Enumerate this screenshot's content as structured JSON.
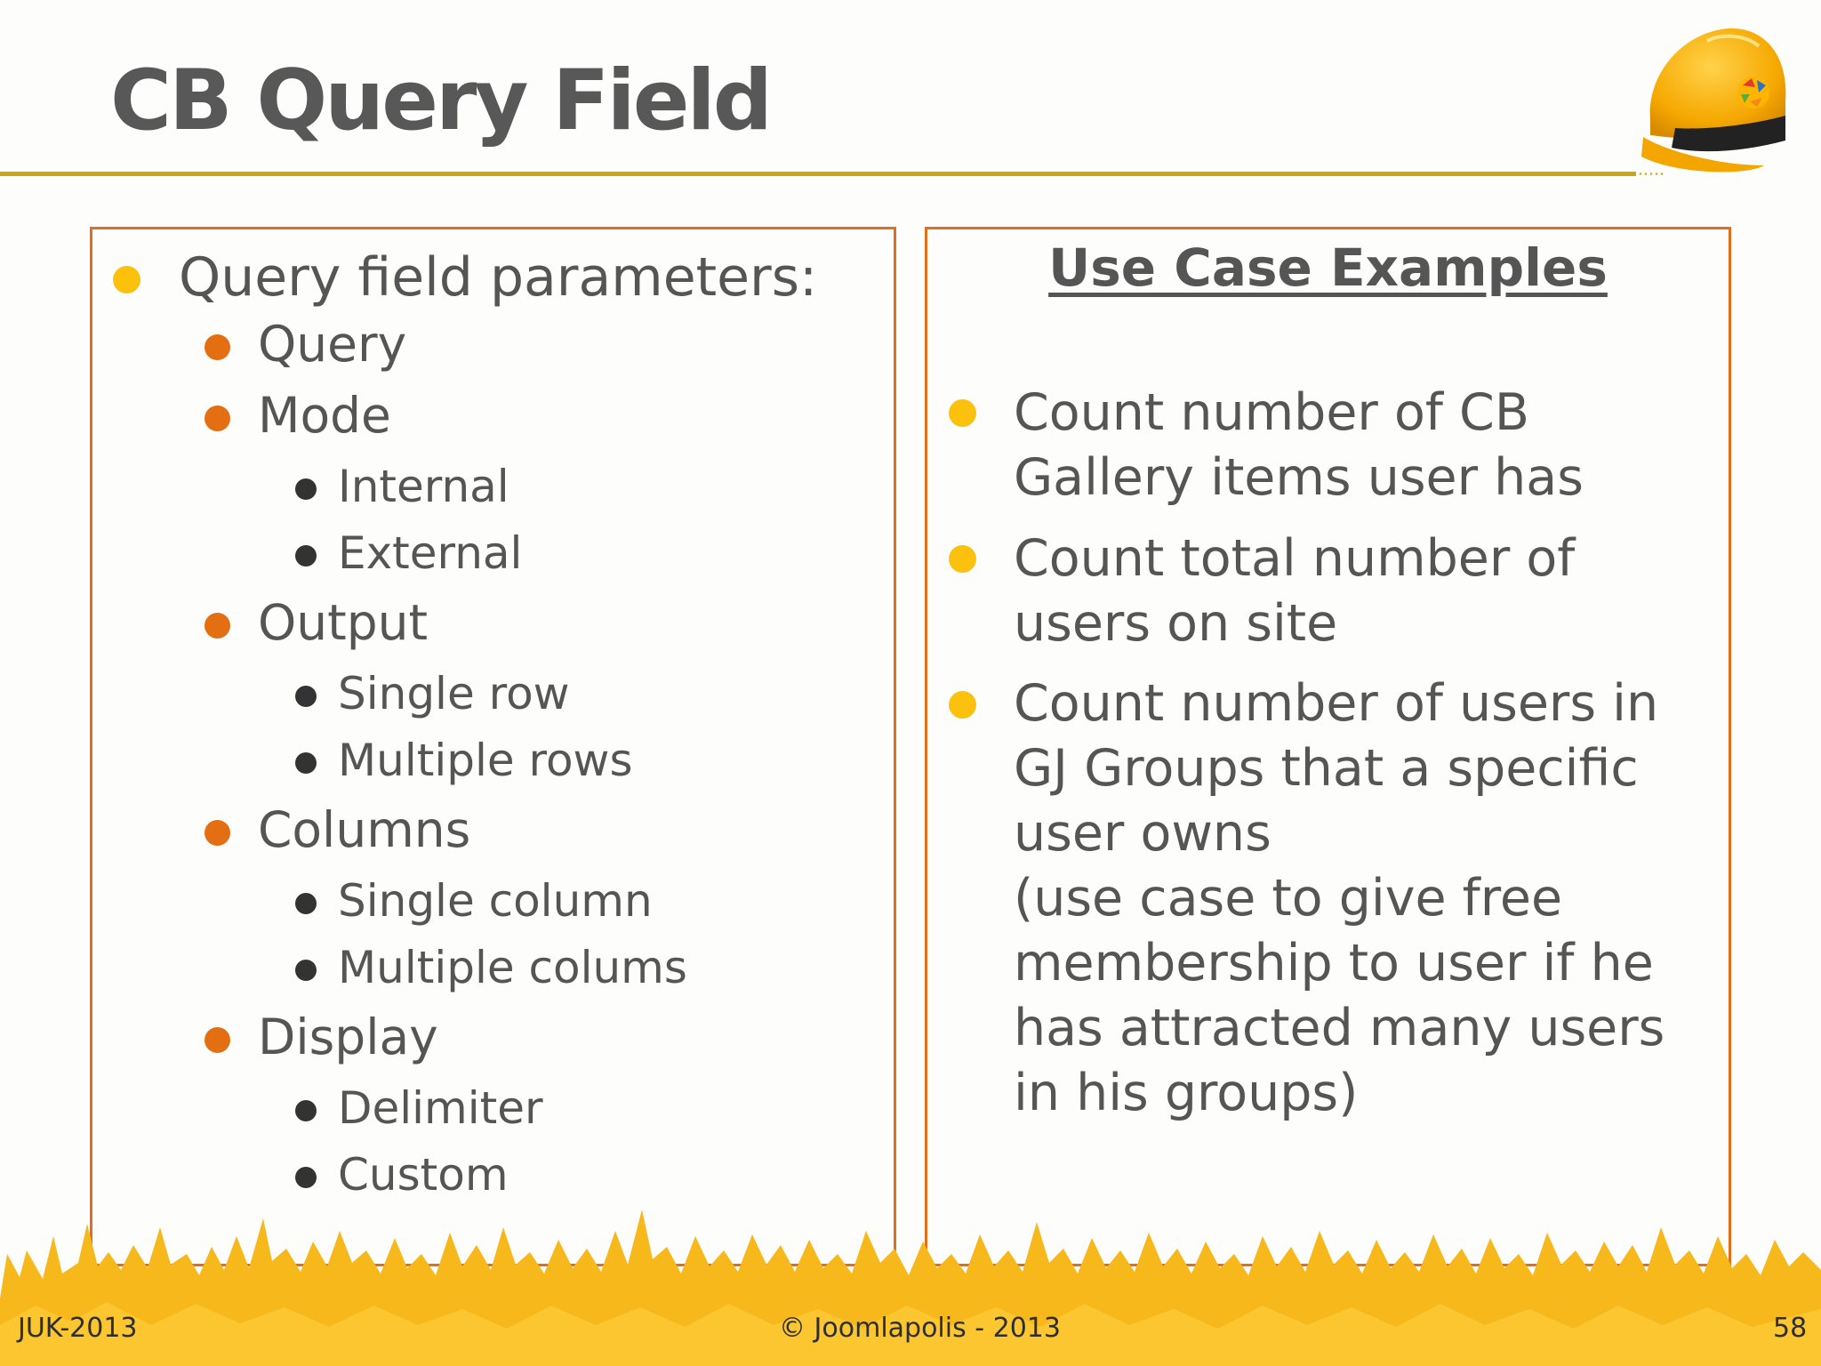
{
  "slide": {
    "title": "CB Query Field",
    "left_heading": "Query field parameters:",
    "left_items": [
      {
        "level": 2,
        "text": "Query"
      },
      {
        "level": 2,
        "text": "Mode"
      },
      {
        "level": 3,
        "text": "Internal"
      },
      {
        "level": 3,
        "text": "External"
      },
      {
        "level": 2,
        "text": "Output"
      },
      {
        "level": 3,
        "text": "Single row"
      },
      {
        "level": 3,
        "text": "Multiple rows"
      },
      {
        "level": 2,
        "text": "Columns"
      },
      {
        "level": 3,
        "text": "Single column"
      },
      {
        "level": 3,
        "text": "Multiple colums"
      },
      {
        "level": 2,
        "text": "Display"
      },
      {
        "level": 3,
        "text": "Delimiter"
      },
      {
        "level": 3,
        "text": "Custom"
      }
    ],
    "right_heading": "Use Case Examples",
    "right_items": [
      "Count number of CB Gallery items user has",
      "Count total number of users on site",
      "Count number of users in GJ Groups that a specific user owns\n(use case to give free membership to user if he has attracted many users in his groups)"
    ]
  },
  "footer": {
    "left": "JUK-2013",
    "center": "© Joomlapolis - 2013",
    "right": "58"
  },
  "colors": {
    "accent_orange": "#e06e1a",
    "bullet_yellow": "#fcc10d",
    "title_rule": "#c9a614",
    "crowd": "#f7b81c"
  },
  "icons": {
    "logo": "hardhat-joomla-icon"
  }
}
